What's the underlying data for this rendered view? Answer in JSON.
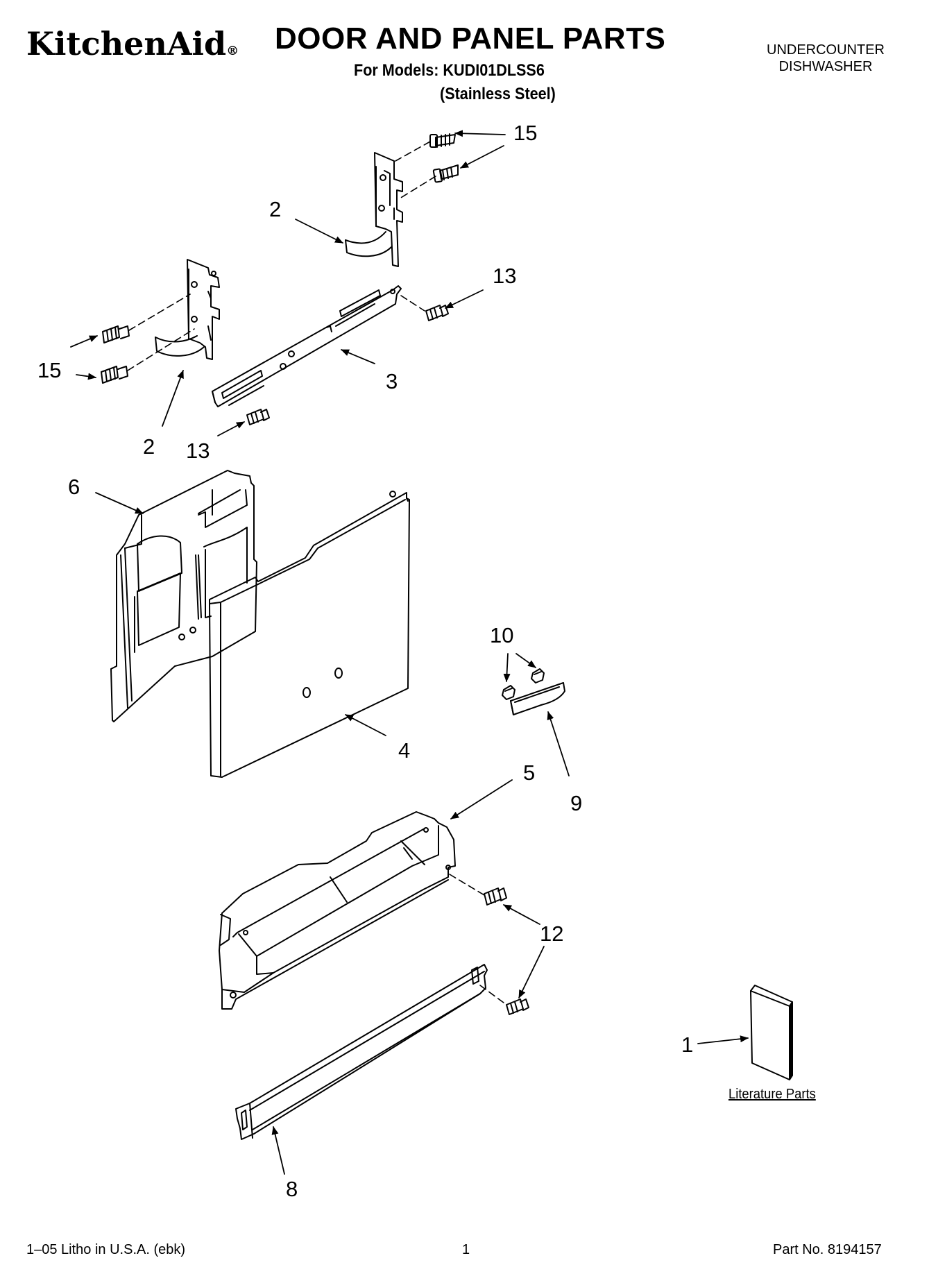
{
  "header": {
    "brand": "KitchenAid",
    "registered_mark": "®",
    "title": "DOOR AND PANEL PARTS",
    "models_line": "For Models: KUDI01DLSS6",
    "finish_line": "(Stainless Steel)",
    "product_line1": "UNDERCOUNTER",
    "product_line2": "DISHWASHER"
  },
  "callouts": {
    "c15a": "15",
    "c15b": "15",
    "c2a": "2",
    "c2b": "2",
    "c13a": "13",
    "c13b": "13",
    "c3": "3",
    "c6": "6",
    "c4": "4",
    "c10": "10",
    "c9": "9",
    "c5": "5",
    "c12": "12",
    "c1": "1",
    "c8": "8"
  },
  "literature_label": "Literature Parts",
  "footer": {
    "litho": "1–05 Litho in U.S.A. (ebk)",
    "page": "1",
    "part_no": "Part No. 8194157"
  }
}
